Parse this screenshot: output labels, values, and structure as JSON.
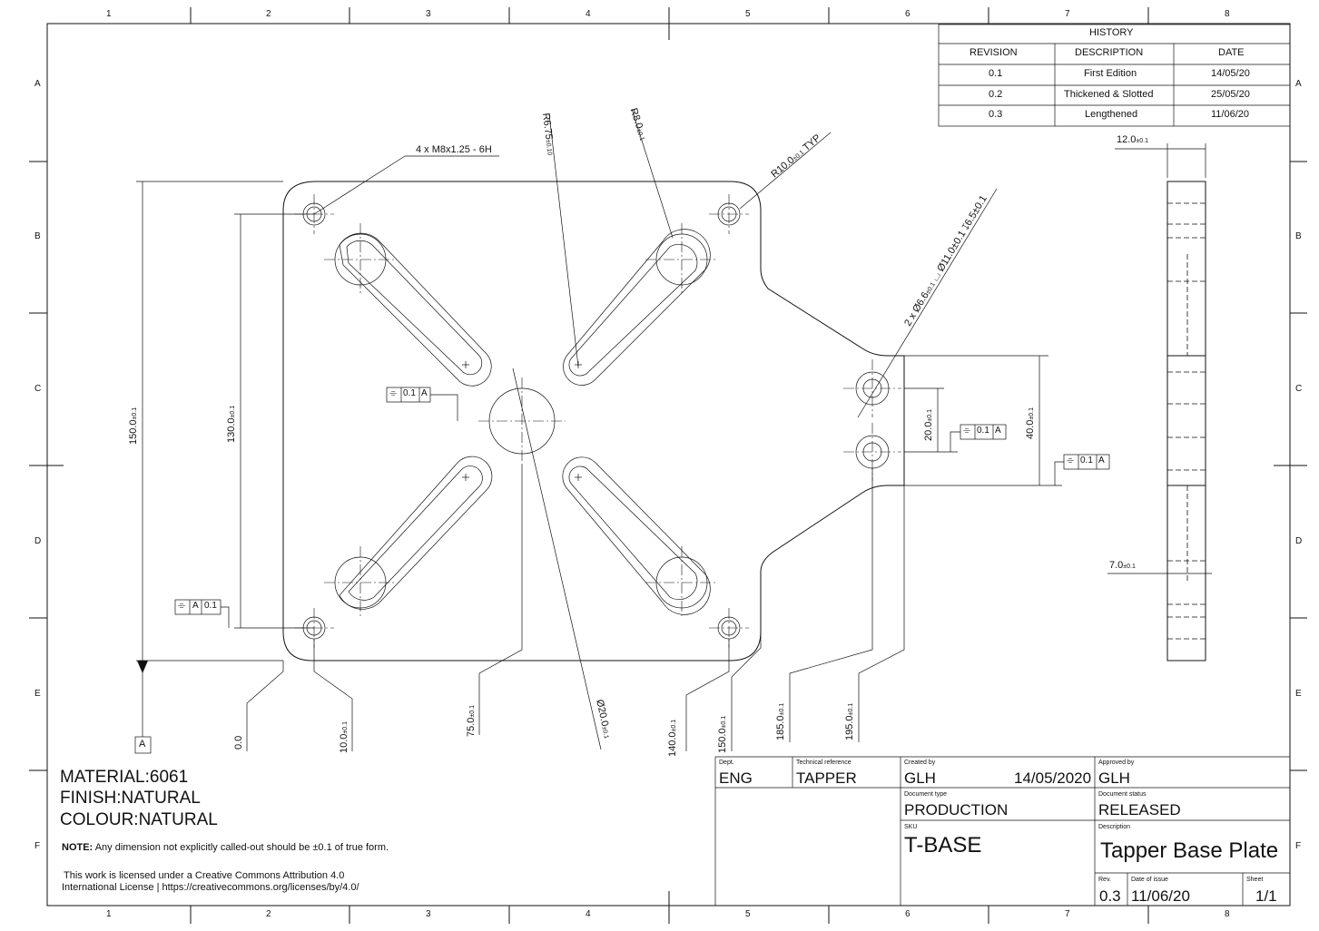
{
  "frame": {
    "cols": [
      "1",
      "2",
      "3",
      "4",
      "5",
      "6",
      "7",
      "8"
    ],
    "rows": [
      "A",
      "B",
      "C",
      "D",
      "E",
      "F"
    ]
  },
  "history": {
    "title": "HISTORY",
    "headers": [
      "REVISION",
      "DESCRIPTION",
      "DATE"
    ],
    "rows": [
      [
        "0.1",
        "First Edition",
        "14/05/20"
      ],
      [
        "0.2",
        "Thickened & Slotted",
        "25/05/20"
      ],
      [
        "0.3",
        "Lengthened",
        "11/06/20"
      ]
    ]
  },
  "dimensions": {
    "thread_callout": "4 x M8x1.25 - 6H",
    "r675": "R6.75",
    "r675_tol": "±0.10",
    "r8": "R8.0",
    "r8_tol": "±0.1",
    "r10": "R10.0",
    "r10_tol": "±0.1",
    "r10_typ": "TYP",
    "holes_callout": "2 x Ø6.6",
    "holes_tol": "±0.1",
    "holes_cbore": "⌴ Ø11.0±0.1 ↧6.5±0.1",
    "side_thickness": "12.0",
    "side_thickness_tol": "±0.1",
    "side_depth": "7.0",
    "side_depth_tol": "±0.1",
    "h150": "150.0",
    "h150_tol": "±0.1",
    "h130": "130.0",
    "h130_tol": "±0.1",
    "h20": "20.0",
    "h20_tol": "±0.1",
    "h40": "40.0",
    "h40_tol": "±0.1",
    "x0": "0.0",
    "x10": "10.0",
    "x75": "75.0",
    "d20": "Ø20.0",
    "x140": "140.0",
    "x150": "150.0",
    "x185": "185.0",
    "x195": "195.0",
    "tol": "±0.1",
    "datum": "A"
  },
  "gdt": {
    "center_frame": [
      "⌯",
      "0.1",
      "A"
    ],
    "left_frame": [
      "⌯",
      "A",
      "0.1"
    ],
    "right_frame_1": [
      "⌯",
      "0.1",
      "A"
    ],
    "right_frame_2": [
      "⌯",
      "0.1",
      "A"
    ]
  },
  "notes": {
    "material": "MATERIAL:6061",
    "finish": "FINISH:NATURAL",
    "colour": "COLOUR:NATURAL",
    "note_label": "NOTE:",
    "note_text": "Any dimension not explicitly called-out should be ±0.1 of true form.",
    "license_1": "This work is licensed under a Creative Commons Attribution 4.0",
    "license_2": "International License | https://creativecommons.org/licenses/by/4.0/"
  },
  "title_block": {
    "dept_label": "Dept.",
    "dept": "ENG",
    "techref_label": "Technical reference",
    "techref": "TAPPER",
    "created_label": "Created by",
    "created": "GLH",
    "created_date": "14/05/2020",
    "approved_label": "Approved by",
    "approved": "GLH",
    "doctype_label": "Document type",
    "doctype": "PRODUCTION",
    "docstatus_label": "Document status",
    "docstatus": "RELEASED",
    "sku_label": "SKU",
    "sku": "T-BASE",
    "desc_label": "Description",
    "desc": "Tapper Base Plate",
    "rev_label": "Rev.",
    "rev": "0.3",
    "issue_label": "Date of issue",
    "issue": "11/06/20",
    "sheet_label": "Sheet",
    "sheet": "1/1"
  }
}
